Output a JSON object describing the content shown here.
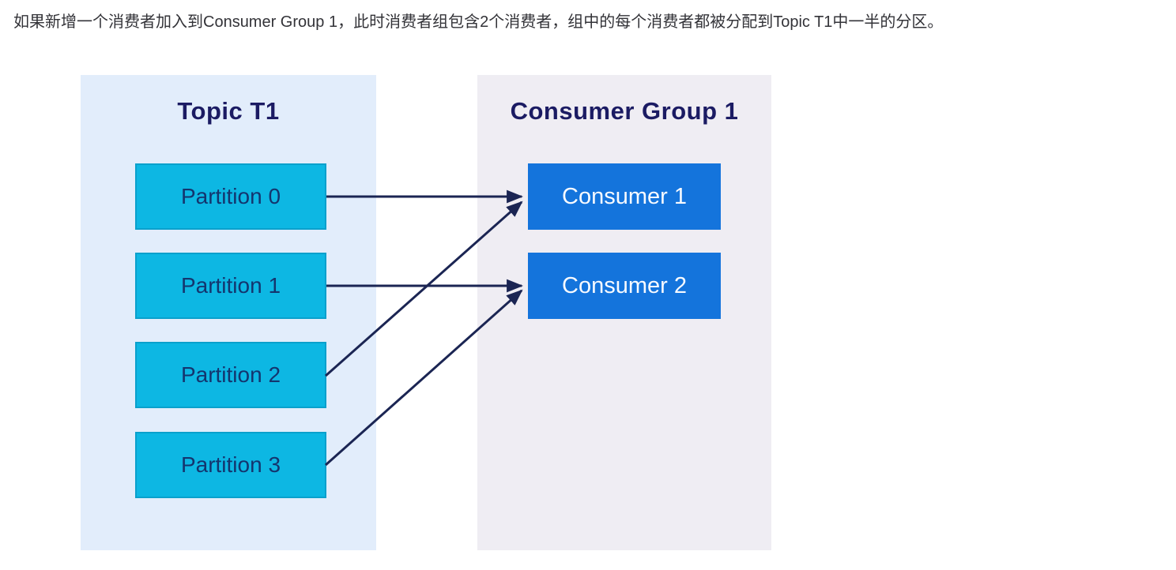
{
  "caption": "如果新增一个消费者加入到Consumer Group 1，此时消费者组包含2个消费者，组中的每个消费者都被分配到Topic T1中一半的分区。",
  "diagram": {
    "topic": {
      "title": "Topic T1",
      "partitions": [
        "Partition 0",
        "Partition 1",
        "Partition 2",
        "Partition 3"
      ]
    },
    "consumer_group": {
      "title": "Consumer Group 1",
      "consumers": [
        "Consumer 1",
        "Consumer 2"
      ]
    },
    "assignments": [
      {
        "from": "Partition 0",
        "to": "Consumer 1"
      },
      {
        "from": "Partition 1",
        "to": "Consumer 2"
      },
      {
        "from": "Partition 2",
        "to": "Consumer 1"
      },
      {
        "from": "Partition 3",
        "to": "Consumer 2"
      }
    ],
    "colors": {
      "paragraph_color": "#333338",
      "topic_panel_bg": "#e2edfb",
      "consumer_panel_bg": "#efedf3",
      "partition_fill": "#0db7e3",
      "partition_border": "#0aa0cc",
      "partition_text": "#14356e",
      "consumer_fill": "#1474dc",
      "consumer_text": "#f7faff",
      "title_color": "#1b1b63",
      "arrow_color": "#1b2553"
    }
  }
}
